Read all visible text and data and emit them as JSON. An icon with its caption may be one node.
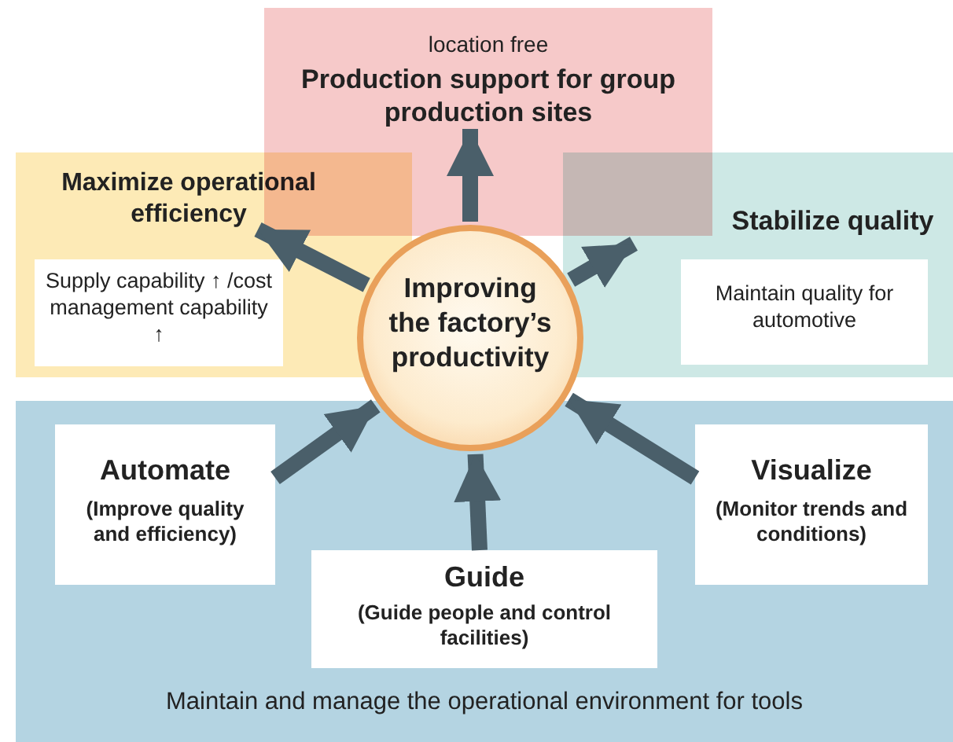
{
  "diagram": {
    "nodes": [
      {
        "text": [
          "location free",
          "Production support for group production sites"
        ]
      },
      {
        "text": [
          "Maximize operational efficiency"
        ]
      },
      {
        "text": [
          "Supply capability ↑ /cost management capability ↑"
        ],
        "in": 1
      },
      {
        "text": [
          "Stabilize quality"
        ]
      },
      {
        "text": [
          "Maintain quality for automotive"
        ],
        "in": 3
      },
      {
        "text": [
          "Improving the factory’s productivity"
        ]
      },
      {
        "text": [
          "Maintain and manage the operational environment for tools"
        ]
      },
      {
        "text": [
          "Automate",
          "(Improve quality and efficiency)"
        ],
        "in": 6
      },
      {
        "text": [
          "Guide",
          "(Guide people and control facilities)"
        ],
        "in": 6
      },
      {
        "text": [
          "Visualize",
          "(Monitor trends and conditions)"
        ],
        "in": 6
      }
    ],
    "edges": [
      {
        "from": 5,
        "to": 0,
        "arrow": "to"
      },
      {
        "from": 5,
        "to": 1,
        "arrow": "to"
      },
      {
        "from": 5,
        "to": 3,
        "arrow": "to"
      },
      {
        "from": 7,
        "to": 5,
        "arrow": "to"
      },
      {
        "from": 8,
        "to": 5,
        "arrow": "to"
      },
      {
        "from": 9,
        "to": 5,
        "arrow": "to"
      }
    ]
  }
}
